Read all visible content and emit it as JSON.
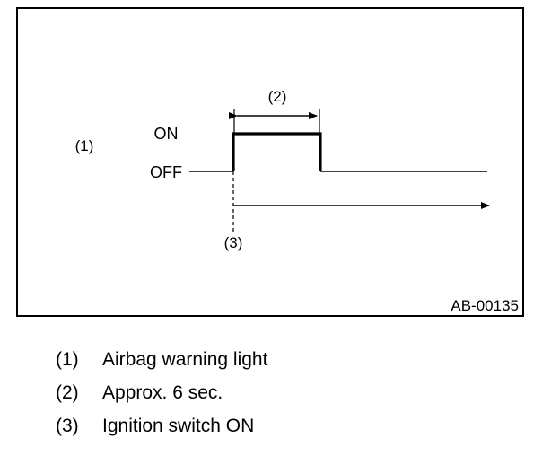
{
  "diagram": {
    "signal_label": "(1)",
    "duration_label": "(2)",
    "trigger_label": "(3)",
    "level_on": "ON",
    "level_off": "OFF",
    "figure_code": "AB-00135"
  },
  "legend": [
    {
      "num": "(1)",
      "text": "Airbag warning light"
    },
    {
      "num": "(2)",
      "text": "Approx. 6 sec."
    },
    {
      "num": "(3)",
      "text": "Ignition switch ON"
    }
  ]
}
